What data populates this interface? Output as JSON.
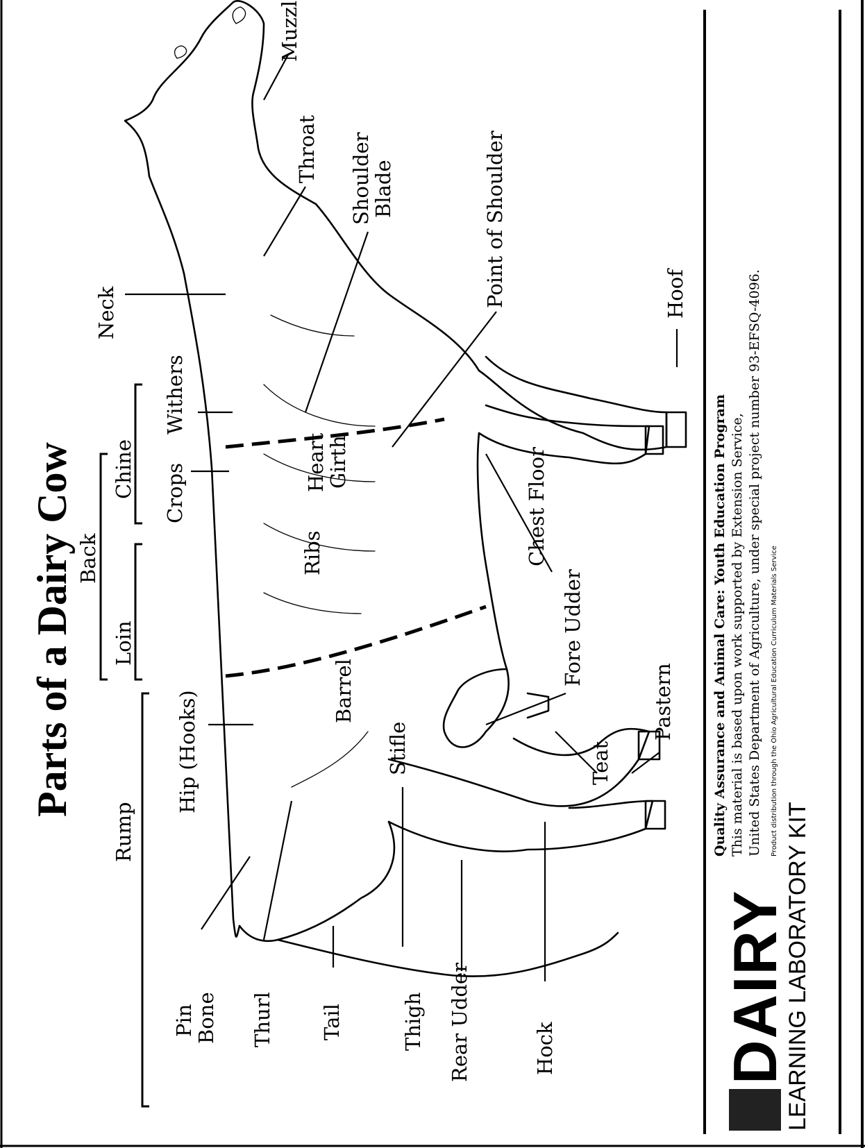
{
  "title": "Parts of a Dairy Cow",
  "labels": {
    "muzzle": "Muzzle",
    "throat": "Throat",
    "shoulder_blade_1": "Shoulder",
    "shoulder_blade_2": "Blade",
    "point_of_shoulder": "Point of Shoulder",
    "neck": "Neck",
    "hoof": "Hoof",
    "withers": "Withers",
    "crops": "Crops",
    "chine": "Chine",
    "heart_girth_1": "Heart",
    "heart_girth_2": "Girth",
    "back": "Back",
    "ribs": "Ribs",
    "chest_floor": "Chest Floor",
    "loin": "Loin",
    "fore_udder": "Fore Udder",
    "barrel": "Barrel",
    "hip": "Hip (Hooks)",
    "stifle": "Stifle",
    "teat": "Teat",
    "pastern": "Pastern",
    "rump": "Rump",
    "pin_bone_1": "Pin",
    "pin_bone_2": "Bone",
    "thurl": "Thurl",
    "tail": "Tail",
    "thigh": "Thigh",
    "rear_udder": "Rear Udder",
    "hock": "Hock"
  },
  "credits": {
    "program": "Quality Assurance and Animal Care:  Youth Education Program",
    "line1": "This material is based upon work supported by Extension Service,",
    "line2": "United States Department of  Agriculture, under special project number 93-EFSQ-4096.",
    "distribution": "Product distribution through the Ohio Agricultural Education Curriculum Materials Service"
  },
  "logo": {
    "word": "DAIRY",
    "subtitle": "LEARNING LABORATORY KIT"
  }
}
